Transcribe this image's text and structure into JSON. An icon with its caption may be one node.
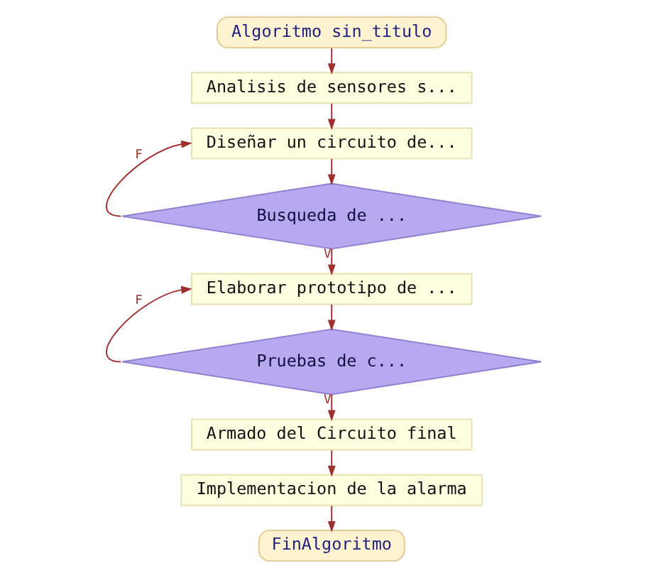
{
  "diagram": {
    "nodes": [
      {
        "text": [
          "Algoritmo sin_titulo"
        ]
      },
      {
        "text": [
          "Analisis de sensores s..."
        ]
      },
      {
        "text": [
          "Diseñar un circuito de..."
        ]
      },
      {
        "text": [
          "Busqueda de ..."
        ]
      },
      {
        "text": [
          "Elaborar prototipo de ..."
        ]
      },
      {
        "text": [
          "Pruebas de c..."
        ]
      },
      {
        "text": [
          "Armado del Circuito final"
        ]
      },
      {
        "text": [
          "Implementacion de la alarma"
        ]
      },
      {
        "text": [
          "FinAlgoritmo"
        ]
      }
    ],
    "edges": [
      {
        "from": 0,
        "to": 1,
        "arrow": "to"
      },
      {
        "from": 1,
        "to": 2,
        "arrow": "to"
      },
      {
        "from": 2,
        "to": 3,
        "arrow": "to"
      },
      {
        "from": 3,
        "to": 2,
        "arrow": "to",
        "label": "F"
      },
      {
        "from": 3,
        "to": 4,
        "arrow": "to",
        "label": "V"
      },
      {
        "from": 4,
        "to": 5,
        "arrow": "to"
      },
      {
        "from": 5,
        "to": 4,
        "arrow": "to",
        "label": "F"
      },
      {
        "from": 5,
        "to": 6,
        "arrow": "to",
        "label": "V"
      },
      {
        "from": 6,
        "to": 7,
        "arrow": "to"
      },
      {
        "from": 7,
        "to": 8,
        "arrow": "to"
      }
    ]
  }
}
